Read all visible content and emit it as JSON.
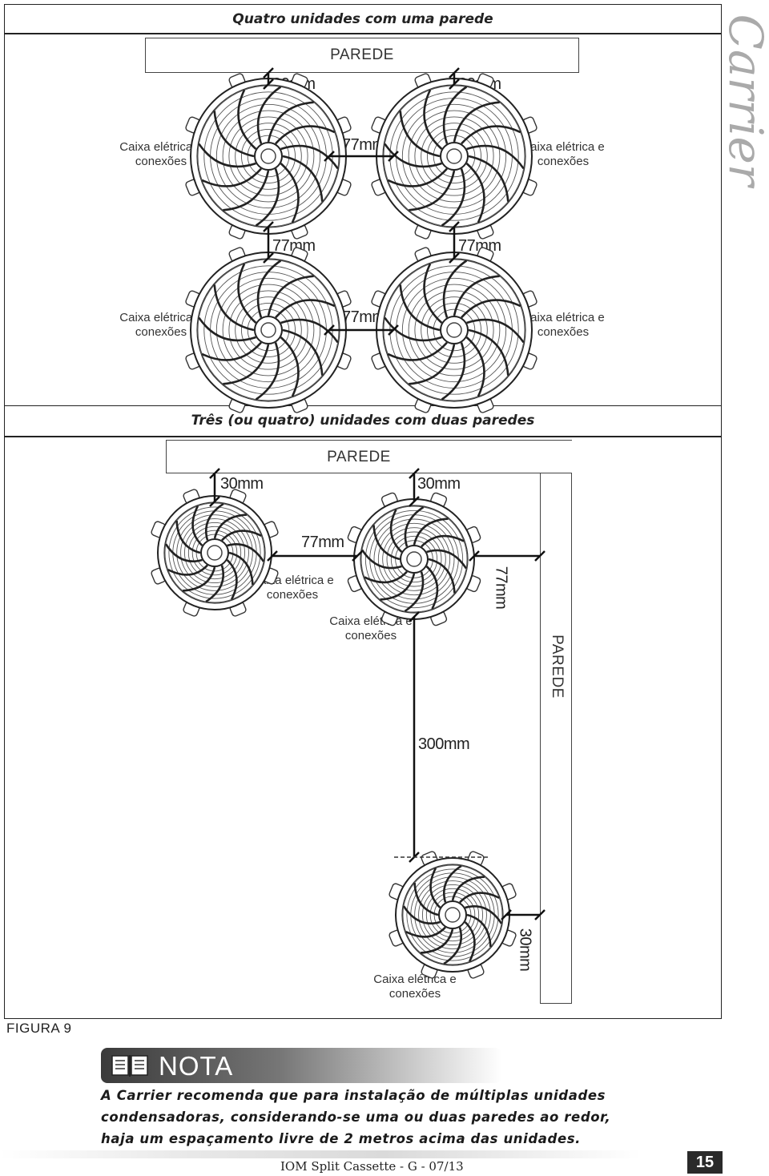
{
  "brand": "Carrier",
  "panel1": {
    "title": "Quatro unidades com uma parede",
    "wall": "PAREDE",
    "dims": {
      "top_left": "30mm",
      "top_right": "30mm",
      "between_top": "77mm",
      "mid_left": "77mm",
      "mid_right": "77mm",
      "between_bottom": "77mm"
    },
    "labels": {
      "tl": "Caixa elétrica e conexões",
      "tr": "Caixa elétrica e conexões",
      "bl": "Caixa elétrica e conexões",
      "br": "Caixa elétrica e conexões"
    }
  },
  "panel2": {
    "title": "Três (ou quatro) unidades com duas paredes",
    "wall_top": "PAREDE",
    "wall_side": "PAREDE",
    "dims": {
      "top_left": "30mm",
      "top_right": "30mm",
      "between": "77mm",
      "side": "77mm",
      "vertical": "300mm",
      "bottom_side": "30mm"
    },
    "labels": {
      "u1": "Caixa elétrica e conexões",
      "u2": "Caixa elétrica e conexões",
      "u3": "Caixa elétrica e conexões"
    }
  },
  "figure_label": "FIGURA 9",
  "note": {
    "heading": "NOTA",
    "text": "A Carrier recomenda que para instalação de múltiplas unidades condensadoras, considerando-se uma ou duas paredes ao redor, haja um espaçamento livre de 2 metros acima das unidades."
  },
  "footer": "IOM Split Cassette - G - 07/13",
  "page_number": "15"
}
